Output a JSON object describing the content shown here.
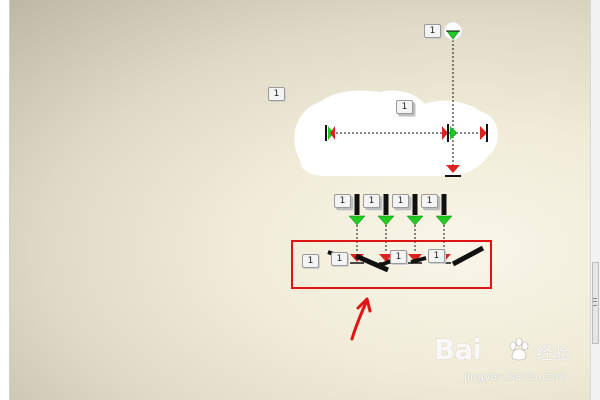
{
  "diagram": {
    "badges": [
      {
        "id": "badge-top",
        "text": "1"
      },
      {
        "id": "badge-left",
        "text": "1"
      },
      {
        "id": "badge-cloud",
        "text": "1"
      },
      {
        "id": "badge-branch-1",
        "text": "1"
      },
      {
        "id": "badge-branch-2",
        "text": "1"
      },
      {
        "id": "badge-branch-3",
        "text": "1"
      },
      {
        "id": "badge-branch-4",
        "text": "1"
      },
      {
        "id": "badge-row-1",
        "text": "1"
      },
      {
        "id": "badge-row-2",
        "text": "1"
      },
      {
        "id": "badge-row-3",
        "text": "1"
      },
      {
        "id": "badge-row-4",
        "text": "1"
      }
    ],
    "colors": {
      "arrow_red": "#e01414",
      "valve_green": "#22cc22",
      "valve_red": "#dd2222",
      "cloud": "#ffffff",
      "pipe": "#111111"
    }
  },
  "watermark": {
    "brand": "Bai",
    "brand_suffix": "du",
    "cn": "经验",
    "url": "jingyan.baidu.com"
  }
}
